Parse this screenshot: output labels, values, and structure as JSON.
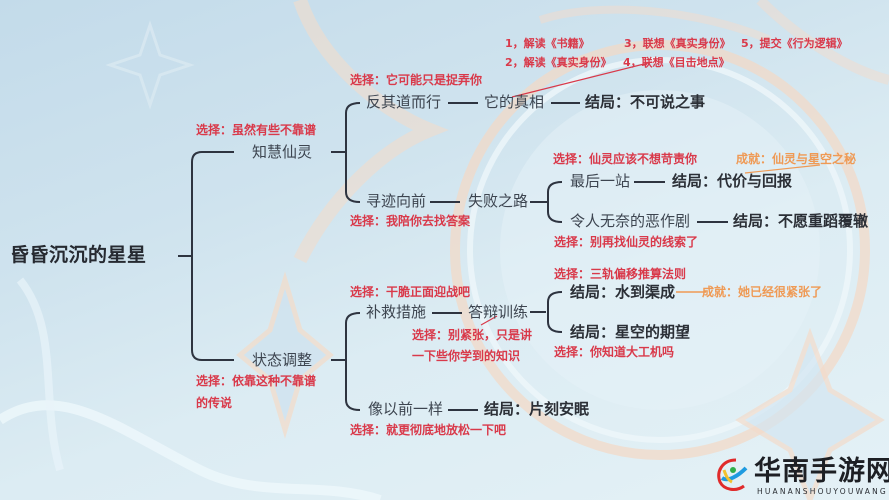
{
  "root": {
    "label": "昏昏沉沉的星星"
  },
  "branches": [
    {
      "label": "知慧仙灵",
      "choice": "选择：虽然有些不靠谱",
      "children": [
        {
          "label": "反其道而行",
          "choice": "选择：它可能只是捉弄你",
          "next": "它的真相",
          "ending": "结局：不可说之事",
          "steps": [
            "1，解读《书籍》",
            "2，解读《真实身份》",
            "3，联想《真实身份》",
            "4，联想《目击地点》",
            "5，提交《行为逻辑》"
          ]
        },
        {
          "label": "寻迹向前",
          "choice": "选择：我陪你去找答案",
          "next": "失败之路",
          "children": [
            {
              "label": "最后一站",
              "choice": "选择：仙灵应该不想苛责你",
              "ending": "结局：代价与回报",
              "achievement": "成就：仙灵与星空之秘"
            },
            {
              "label": "令人无奈的恶作剧",
              "choice": "选择：别再找仙灵的线索了",
              "ending": "结局：不愿重蹈覆辙"
            }
          ]
        }
      ]
    },
    {
      "label": "状态调整",
      "choice_line1": "选择：依靠这种不靠谱",
      "choice_line2": "的传说",
      "children": [
        {
          "label": "补救措施",
          "choice": "选择：干脆正面迎战吧",
          "next": "答辩训练",
          "next_choice_line1": "选择：别紧张，只是讲",
          "next_choice_line2": "一下些你学到的知识",
          "children": [
            {
              "ending": "结局：水到渠成",
              "choice": "选择：三轨偏移推算法则",
              "achievement": "成就：她已经很紧张了"
            },
            {
              "ending": "结局：星空的期望",
              "choice": "选择：你知道大工机吗"
            }
          ]
        },
        {
          "label": "像以前一样",
          "choice": "选择：就更彻底地放松一下吧",
          "ending": "结局：片刻安眠"
        }
      ]
    }
  ],
  "watermark": {
    "name": "华南手游网",
    "pinyin": "HUANANSHOUYOUWANG"
  },
  "colors": {
    "choice": "#d9394a",
    "achievement": "#ef9a55",
    "node": "#3d4550",
    "line": "#2e3440"
  }
}
